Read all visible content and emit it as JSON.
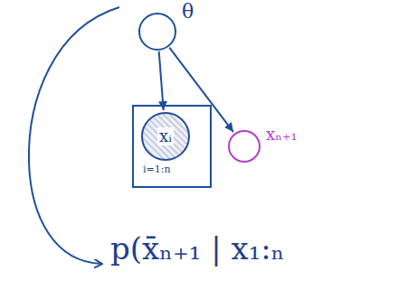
{
  "diagram": {
    "nodes": [
      {
        "text": [
          "θ"
        ]
      },
      {
        "text": [
          "i=1:n"
        ]
      },
      {
        "text": [
          "xᵢ"
        ],
        "in": 1
      },
      {
        "text": [
          "xₙ₊₁"
        ]
      }
    ],
    "edges": [
      {
        "from": 0,
        "to": 2,
        "arrow": "to"
      },
      {
        "from": 0,
        "to": 3,
        "arrow": "to"
      }
    ],
    "labels": [
      "p(x̄ₙ₊₁ | x₁:ₙ"
    ]
  }
}
